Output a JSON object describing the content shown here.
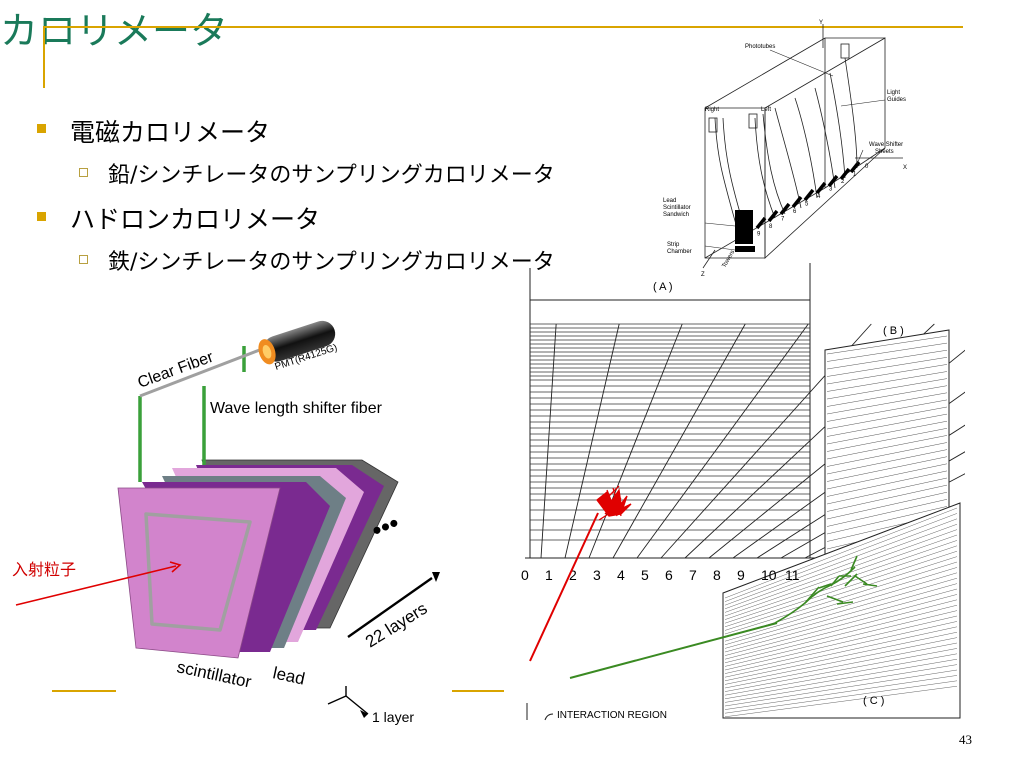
{
  "slide": {
    "title": "カロリメータ",
    "bullets": [
      {
        "level": 1,
        "text": "電磁カロリメータ"
      },
      {
        "level": 2,
        "text": "鉛/シンチレータのサンプリングカロリメータ"
      },
      {
        "level": 1,
        "text": "ハドロンカロリメータ"
      },
      {
        "level": 2,
        "text": "鉄/シンチレータのサンプリングカロリメータ"
      }
    ],
    "page_number": "43",
    "accent_color": "#d9a400",
    "title_color": "#1a7a5a"
  },
  "left_diagram": {
    "clear_fiber": "Clear Fiber",
    "pmt": "PMT(R4125G)",
    "wls_fiber": "Wave length shifter fiber",
    "incident_particle": "入射粒子",
    "layers": "22 layers",
    "lead": "lead",
    "scintillator": "scintillator",
    "one_layer": "1 layer",
    "ellipsis": "•••"
  },
  "top_right_diagram": {
    "photocubes": "Phototubes",
    "light_guides_1": "Light",
    "light_guides_2": "Guides",
    "right": "Right",
    "left": "Left",
    "wave_shifter_1": "Wave Shifter",
    "wave_shifter_2": "Sheets",
    "lead_1": "Lead",
    "lead_2": "Scintillator",
    "lead_3": "Sandwich",
    "strip_1": "Strip",
    "strip_2": "Chamber",
    "towers": "Towers",
    "axis_x": "X",
    "axis_y": "Y",
    "axis_z": "Z",
    "tower_numbers": [
      "0",
      "1",
      "2",
      "3",
      "4",
      "5",
      "6",
      "7",
      "8",
      "9"
    ]
  },
  "main_diagram": {
    "label_a": "( A )",
    "label_b": "( B )",
    "label_c": "( C )",
    "interaction_region": "INTERACTION  REGION",
    "tower_numbers": [
      "0",
      "1",
      "2",
      "3",
      "4",
      "5",
      "6",
      "7",
      "8",
      "9",
      "10",
      "11"
    ]
  }
}
